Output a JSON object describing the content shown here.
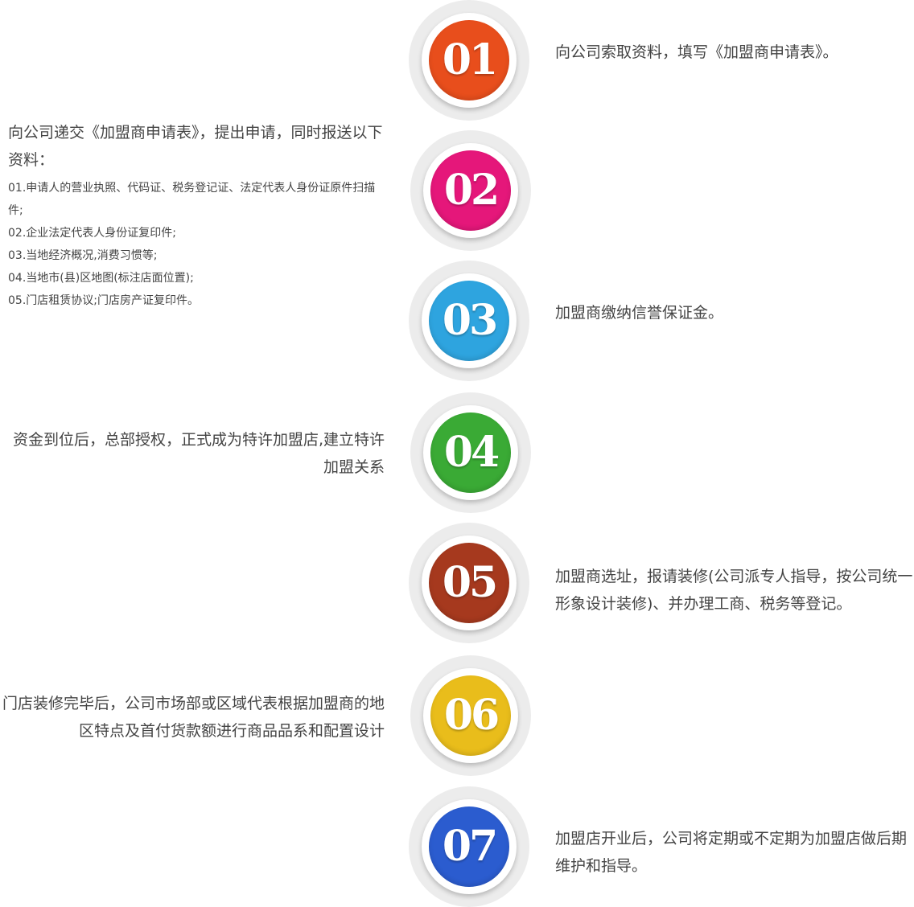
{
  "steps": [
    {
      "num": "01",
      "color": "#e84e1c",
      "text": "向公司索取资料，填写《加盟商申请表》。"
    },
    {
      "num": "02",
      "color": "#e5177a",
      "intro": "向公司递交《加盟商申请表》，提出申请，同时报送以下资料：",
      "items": [
        "01.申请人的营业执照、代码证、税务登记证、法定代表人身份证原件扫描件;",
        "02.企业法定代表人身份证复印件;",
        "03.当地经济概况,消费习惯等;",
        "04.当地市(县)区地图(标注店面位置);",
        "05.门店租赁协议;门店房产证复印件。"
      ]
    },
    {
      "num": "03",
      "color": "#2ea4df",
      "text": "加盟商缴纳信誉保证金。"
    },
    {
      "num": "04",
      "color": "#3aaa35",
      "text": "资金到位后，总部授权，正式成为特许加盟店,建立特许加盟关系"
    },
    {
      "num": "05",
      "color": "#a6391e",
      "text": "加盟商选址，报请装修(公司派专人指导，按公司统一形象设计装修)、并办理工商、税务等登记。"
    },
    {
      "num": "06",
      "color": "#e9bd1b",
      "text": "门店装修完毕后，公司市场部或区域代表根据加盟商的地区特点及首付货款额进行商品品系和配置设计"
    },
    {
      "num": "07",
      "color": "#2b5ccf",
      "text": "加盟店开业后，公司将定期或不定期为加盟店做后期维护和指导。"
    }
  ]
}
